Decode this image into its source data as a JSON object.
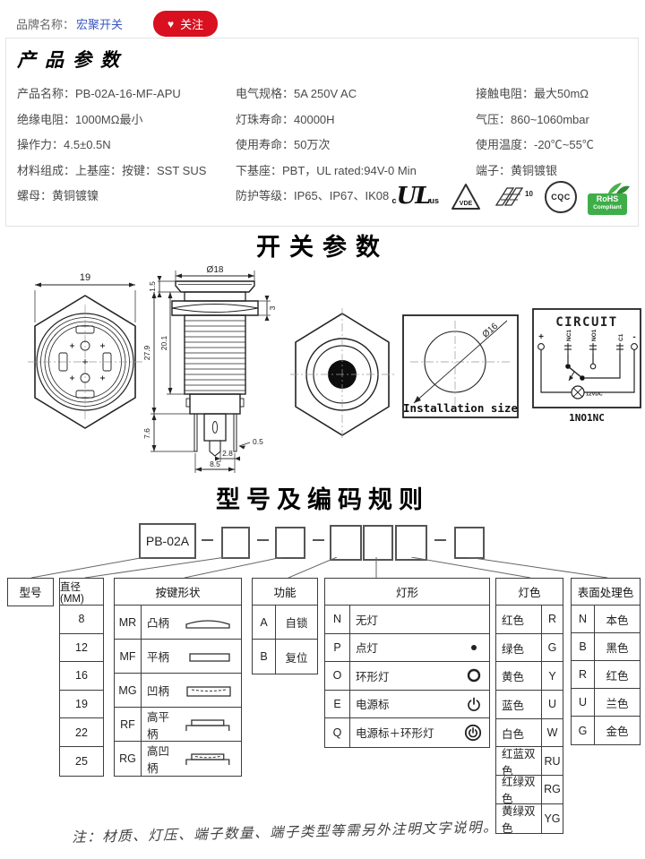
{
  "topbar": {
    "brand_label": "品牌名称：",
    "brand_name": "宏聚开关",
    "heart_icon": "♥",
    "follow_button": "关注",
    "follow_bg": "#d8101f",
    "brand_link_color": "#3a56c5"
  },
  "product_params": {
    "title": "产品参数",
    "col1": [
      "产品名称：PB-02A-16-MF-APU",
      "绝缘电阻：1000MΩ最小",
      "操作力：4.5±0.5N",
      "材料组成：上基座：按键：SST SUS",
      "螺母：黄铜镀镍"
    ],
    "col2": [
      "电气规格：5A  250V  AC",
      "灯珠寿命：40000H",
      "使用寿命：50万次",
      "下基座：PBT，UL rated:94V-0 Min",
      "防护等级：IP65、IP67、IK08"
    ],
    "col3": [
      "接触电阻：最大50mΩ",
      "气压：860~1060mbar",
      "使用温度：-20℃~55℃",
      "端子：黄铜镀银"
    ],
    "certs": {
      "ul_c": "c",
      "ul": "UL",
      "ul_us": "us",
      "vde": "VDE",
      "ek_num": "10",
      "cqc": "CQC",
      "rohs_line1": "RoHS",
      "rohs_line2": "Compliant"
    }
  },
  "switch_section": {
    "title": "开关参数",
    "dims": {
      "hex_width": "19",
      "cap_dia": "Ø18",
      "cap_h": "1.5",
      "thread_len": "20.1",
      "total_h": "27.9",
      "nut_h": "3",
      "pin_len": "7.6",
      "pin_w": "0.5",
      "pin_pitch": "2.8",
      "base_w": "8.5"
    },
    "installation": {
      "caption": "Installation size",
      "hole_dia": "Ø16"
    },
    "circuit": {
      "title": "CIRCUIT",
      "terminals": [
        "+",
        "NC1",
        "NO1",
        "C1",
        "-"
      ],
      "lamp_label": "12VDC",
      "caption": "1NO1NC"
    }
  },
  "coding": {
    "title": "型号及编码规则",
    "prefix": "PB-02A",
    "model": {
      "header": "型号"
    },
    "diameter": {
      "header": "直径(MM)",
      "values": [
        "8",
        "12",
        "16",
        "19",
        "22",
        "25"
      ]
    },
    "shape": {
      "header": "按键形状",
      "rows": [
        {
          "code": "MR",
          "label": "凸柄"
        },
        {
          "code": "MF",
          "label": "平柄"
        },
        {
          "code": "MG",
          "label": "凹柄"
        },
        {
          "code": "RF",
          "label": "高平柄"
        },
        {
          "code": "RG",
          "label": "高凹柄"
        }
      ]
    },
    "function": {
      "header": "功能",
      "rows": [
        {
          "code": "A",
          "label": "自锁"
        },
        {
          "code": "B",
          "label": "复位"
        }
      ]
    },
    "lamp_type": {
      "header": "灯形",
      "rows": [
        {
          "code": "N",
          "label": "无灯"
        },
        {
          "code": "P",
          "label": "点灯"
        },
        {
          "code": "O",
          "label": "环形灯"
        },
        {
          "code": "E",
          "label": "电源标"
        },
        {
          "code": "Q",
          "label": "电源标＋环形灯"
        }
      ]
    },
    "lamp_color": {
      "header": "灯色",
      "rows": [
        {
          "label": "红色",
          "code": "R"
        },
        {
          "label": "绿色",
          "code": "G"
        },
        {
          "label": "黄色",
          "code": "Y"
        },
        {
          "label": "蓝色",
          "code": "U"
        },
        {
          "label": "白色",
          "code": "W"
        },
        {
          "label": "红蓝双色",
          "code": "RU"
        },
        {
          "label": "红绿双色",
          "code": "RG"
        },
        {
          "label": "黄绿双色",
          "code": "YG"
        }
      ]
    },
    "surface": {
      "header": "表面处理色",
      "rows": [
        {
          "code": "N",
          "label": "本色"
        },
        {
          "code": "B",
          "label": "黑色"
        },
        {
          "code": "R",
          "label": "红色"
        },
        {
          "code": "U",
          "label": "兰色"
        },
        {
          "code": "G",
          "label": "金色"
        }
      ]
    }
  },
  "footnote": "注：材质、灯压、端子数量、端子类型等需另外注明文字说明。"
}
